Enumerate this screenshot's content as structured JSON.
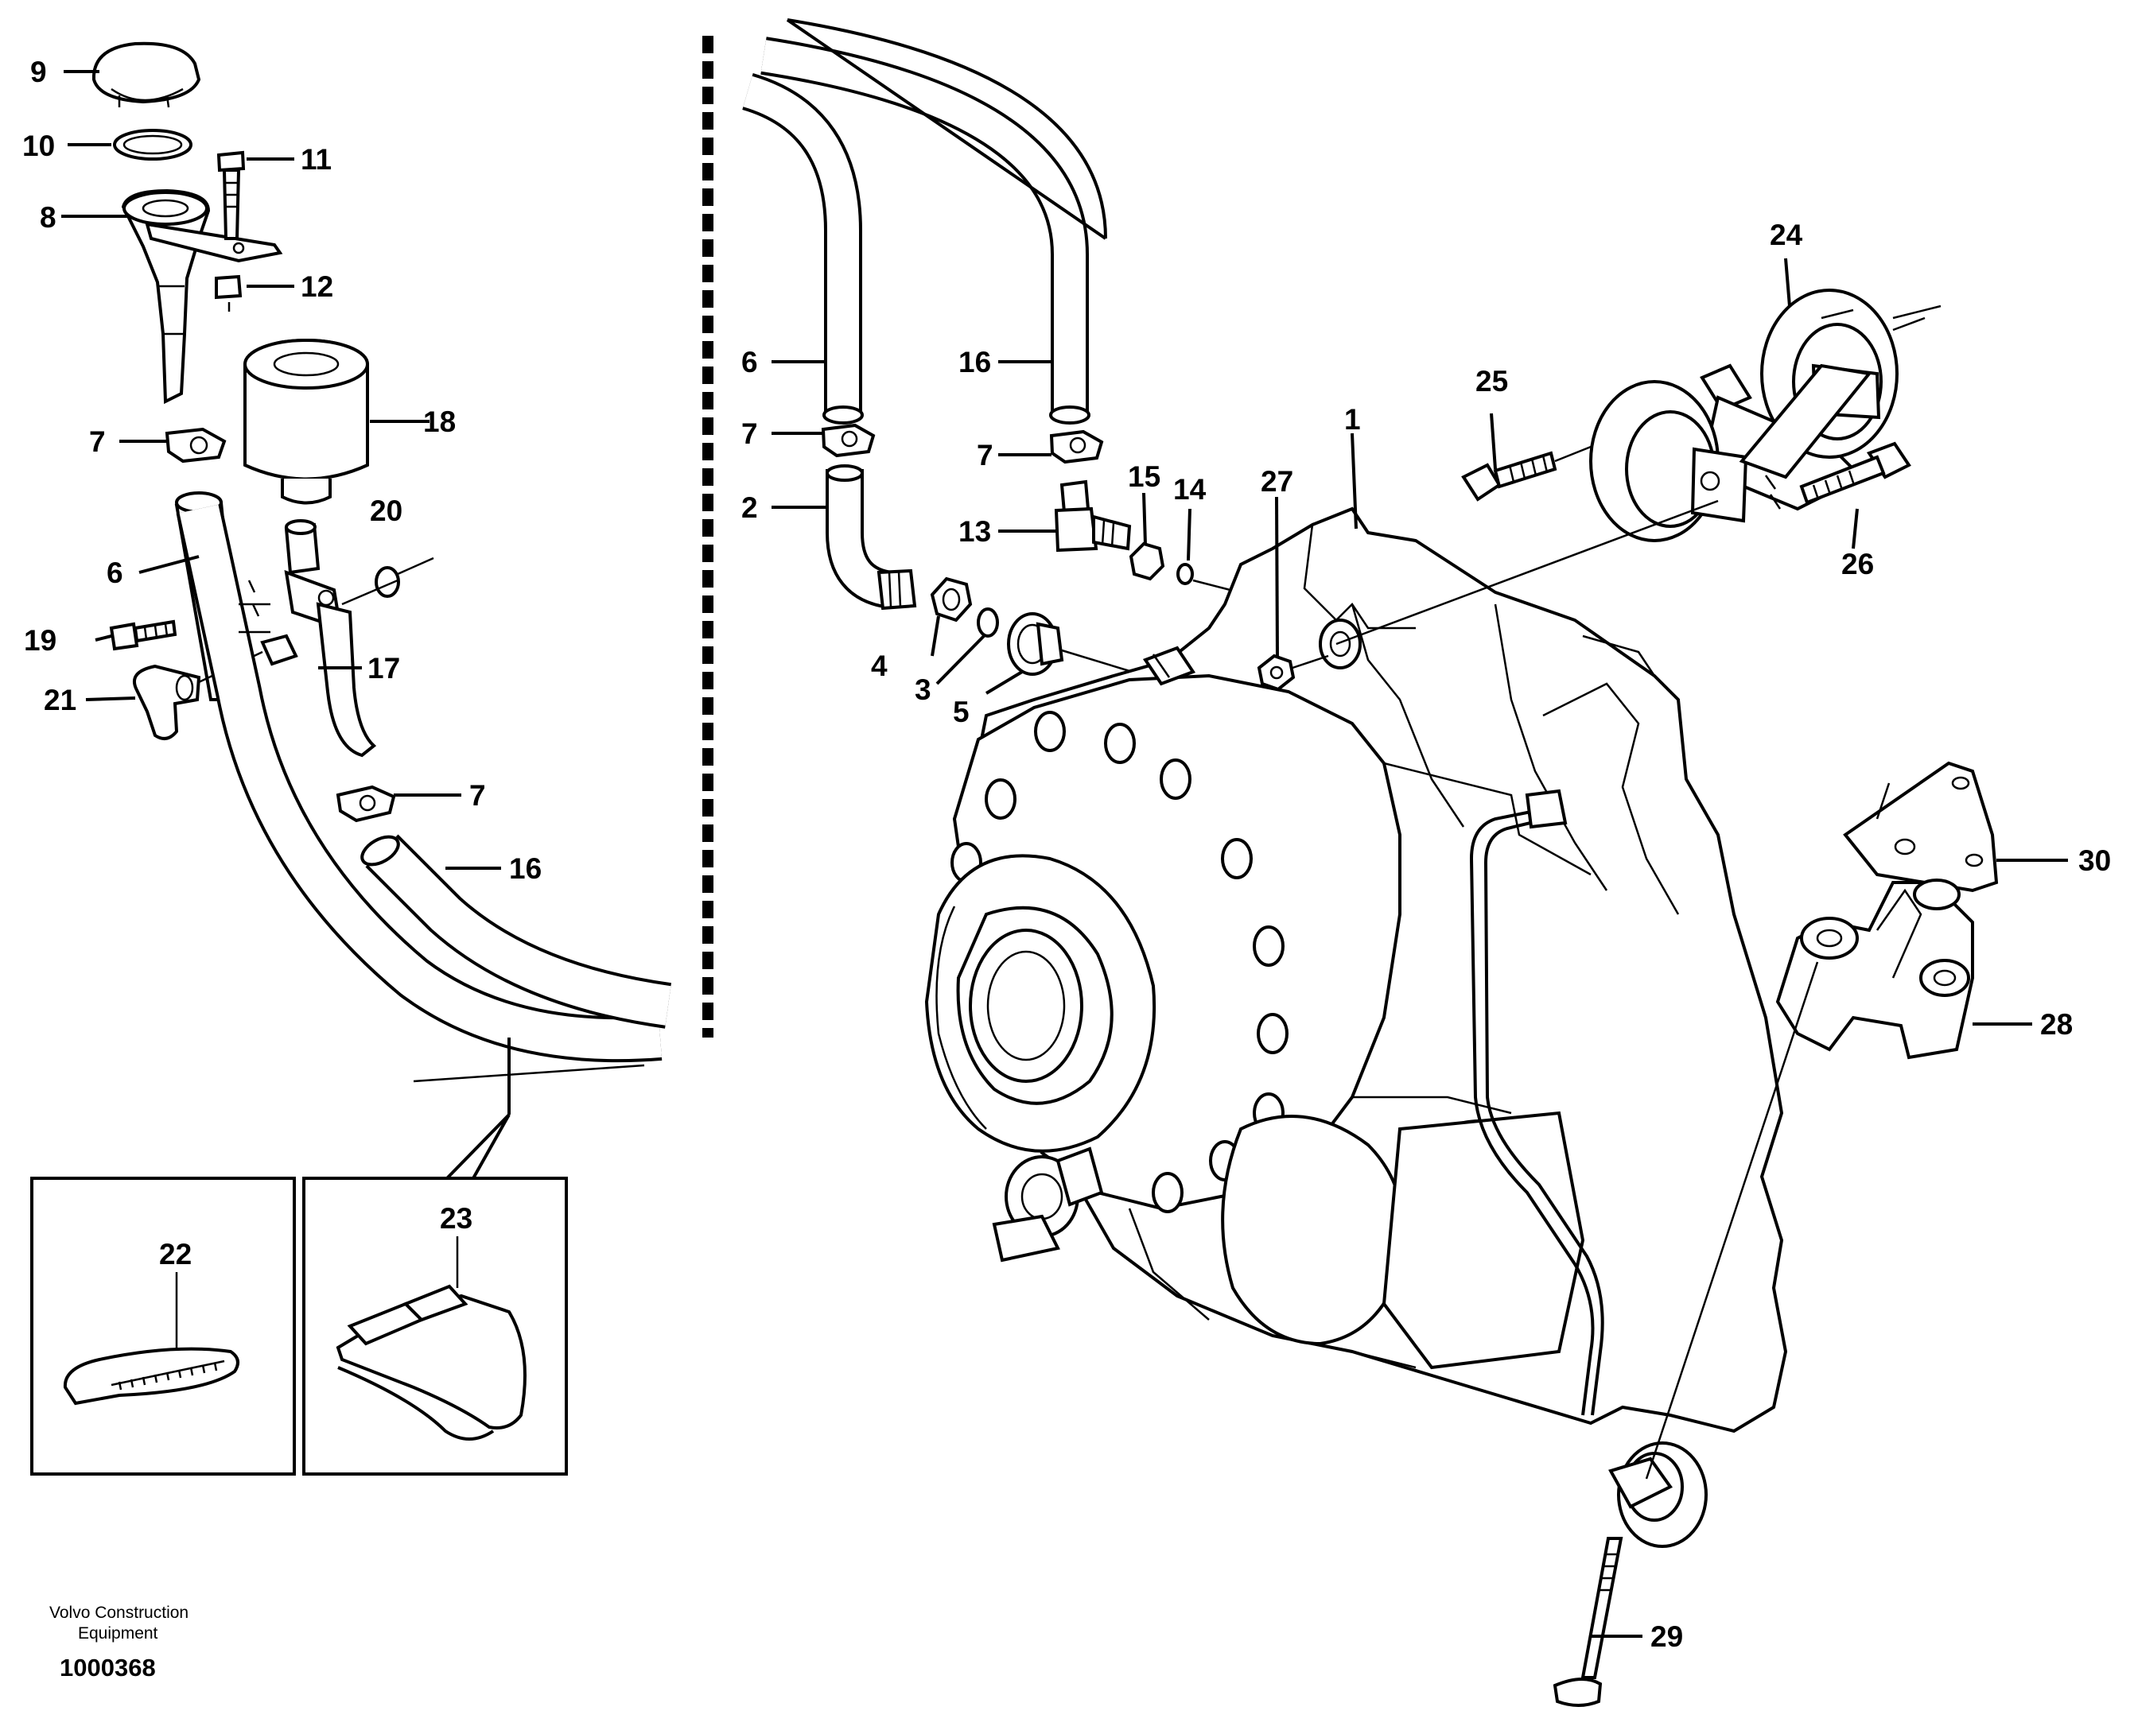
{
  "diagram": {
    "callouts": {
      "c1": "1",
      "c2": "2",
      "c3": "3",
      "c4": "4",
      "c5": "5",
      "c6a": "6",
      "c6b": "6",
      "c7a": "7",
      "c7b": "7",
      "c7c": "7",
      "c7d": "7",
      "c8": "8",
      "c9": "9",
      "c10": "10",
      "c11": "11",
      "c12": "12",
      "c13": "13",
      "c14": "14",
      "c15": "15",
      "c16a": "16",
      "c16b": "16",
      "c17": "17",
      "c18": "18",
      "c19": "19",
      "c20": "20",
      "c21": "21",
      "c22": "22",
      "c23": "23",
      "c24": "24",
      "c25": "25",
      "c26": "26",
      "c27": "27",
      "c28": "28",
      "c29": "29",
      "c30": "30"
    },
    "footer": {
      "brand_line1": "Volvo Construction",
      "brand_line2": "Equipment",
      "drawing_id": "1000368"
    }
  }
}
